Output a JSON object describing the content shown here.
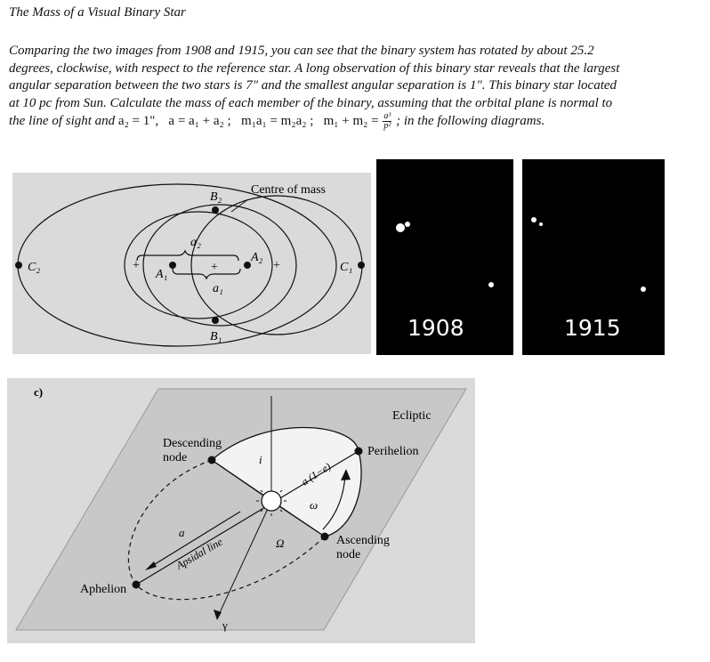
{
  "title": "The Mass of a Visual Binary Star",
  "paragraph": {
    "line1": "Comparing the two images from 1908 and 1915, you can see that the binary system has rotated by about 25.2",
    "line2": "degrees, clockwise, with respect to the reference star. A long observation of this binary star reveals that the largest",
    "line3": "angular separation between the two stars is 7\" and the smallest angular separation is 1\". This binary star located",
    "line4": "at 10 pc from Sun. Calculate the mass of each member of the binary, assuming that the orbital plane is normal to",
    "line5_start": "the line of sight and ",
    "eq1": "a₂ = 1\",",
    "eq2": "a = a₁ + a₂ ;",
    "eq3": "m₁a₁ = m₂a₂ ;",
    "eq4": "m₁ + m₂ =",
    "frac_num": "a³",
    "frac_den": "p²",
    "line5_end": "; in the following diagrams."
  },
  "orbit_diagram": {
    "centre_label": "Centre of mass",
    "B2": "B₂",
    "B1": "B₁",
    "A1": "A₁",
    "A2": "A₂",
    "C1": "C₁",
    "C2": "C₂",
    "a1": "a₁",
    "a2": "a₂"
  },
  "images": [
    {
      "year": "1908"
    },
    {
      "year": "1915"
    }
  ],
  "orbit_3d": {
    "panel_label": "c)",
    "ecliptic": "Ecliptic",
    "perihelion": "Perihelion",
    "aphelion": "Aphelion",
    "descending_1": "Descending",
    "descending_2": "node",
    "ascending_1": "Ascending",
    "ascending_2": "node",
    "apsidal": "Apsidal line",
    "i": "i",
    "a_e": "a (1−e)",
    "omega": "ω",
    "Omega": "Ω",
    "a": "a",
    "gamma": "γ"
  },
  "colors": {
    "panel_bg": "#dadada",
    "plane_bg": "#c8c8c8",
    "orbit_fill": "#f1f1f1",
    "photo_bg": "#000000"
  }
}
